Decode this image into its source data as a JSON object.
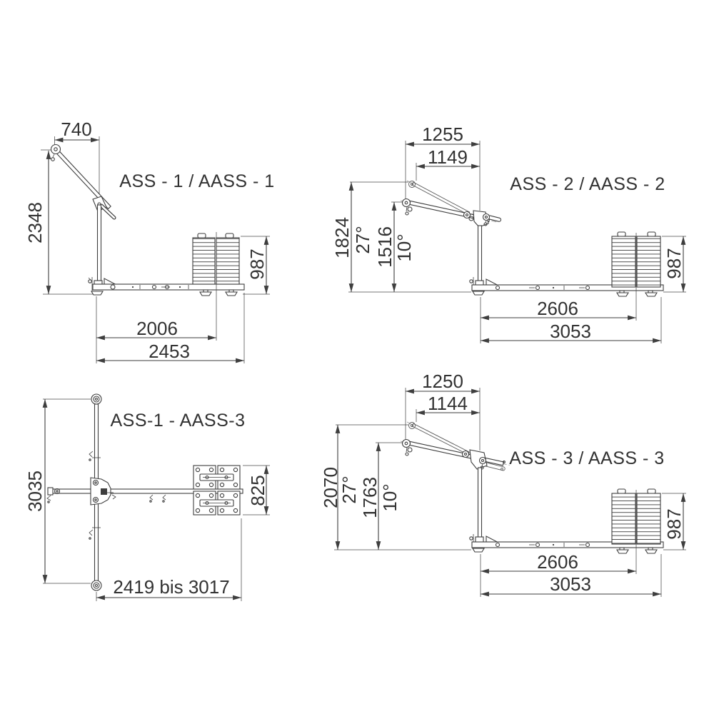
{
  "page": {
    "background": "#ffffff",
    "line_color": "#3e3e3e",
    "text_color": "#323232"
  },
  "views": {
    "ass1": {
      "title": "ASS - 1 / AASS - 1",
      "dims": {
        "boom_reach": "740",
        "total_height": "2348",
        "counterweight_height": "987",
        "mast_to_counterweight": "2006",
        "total_length": "2453"
      }
    },
    "ass2": {
      "title": "ASS - 2 / AASS - 2",
      "dims": {
        "reach_low_angle": "1255",
        "reach_high_angle": "1149",
        "height_high_angle": "1824",
        "angle_high": "27°",
        "height_low_angle": "1516",
        "angle_low": "10°",
        "counterweight_height": "987",
        "mast_to_counterweight": "2606",
        "total_length": "3053"
      }
    },
    "plan": {
      "title": "ASS-1 - AASS-3",
      "dims": {
        "outrigger_span": "3035",
        "base_plate_width": "825",
        "length_range": "2419 bis 3017"
      }
    },
    "ass3": {
      "title": "ASS - 3 / AASS - 3",
      "dims": {
        "reach_low_angle": "1250",
        "reach_high_angle": "1144",
        "height_high_angle": "2070",
        "angle_high": "27°",
        "height_low_angle": "1763",
        "angle_low": "10°",
        "counterweight_height": "987",
        "mast_to_counterweight": "2606",
        "total_length": "3053"
      }
    }
  }
}
